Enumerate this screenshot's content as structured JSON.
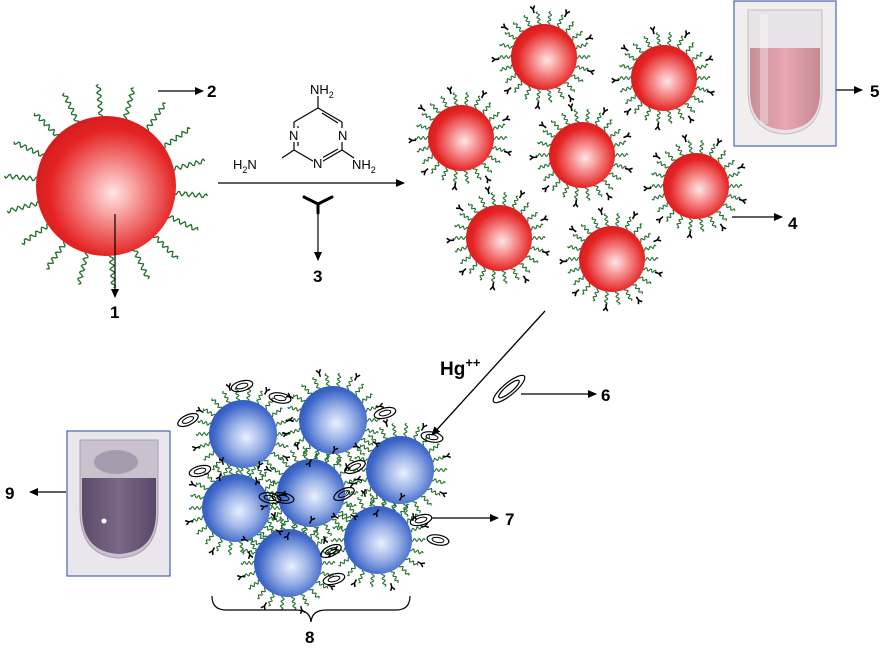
{
  "diagram": {
    "labels": {
      "l1": "1",
      "l2": "2",
      "l3": "3",
      "l4": "4",
      "l5": "5",
      "l6": "6",
      "l7": "7",
      "l8": "8",
      "l9": "9"
    },
    "reagent": "Hg",
    "reagent_charge": "++",
    "melamine": {
      "nh2": "NH",
      "h2n": "H",
      "h2n_n": "N",
      "sub2": "2",
      "ring_n": "N"
    },
    "colors": {
      "gold_np": "#e02020",
      "aggregated_np": "#3a64c8",
      "ligand": "#1f6e2a",
      "solution_red": "#c96a78",
      "solution_purple": "#6e5a7a",
      "frame": "#4a66b0"
    }
  }
}
